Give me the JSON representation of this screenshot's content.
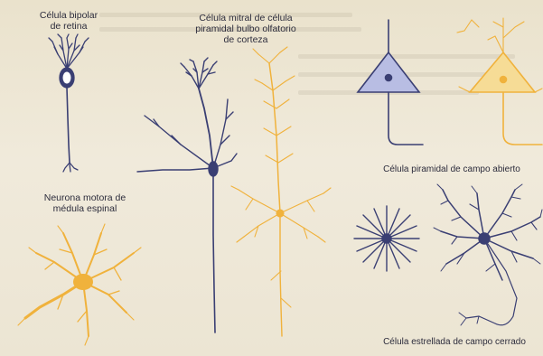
{
  "labels": {
    "bipolar_line1": "Célula bipolar",
    "bipolar_line2": "de retina",
    "mitral_line1": "Célula mitral de célula",
    "mitral_line2": "piramidal bulbo olfatorio",
    "mitral_line3": "de corteza",
    "motor_line1": "Neurona motora de",
    "motor_line2": "médula espinal",
    "pyramidal_open": "Célula piramidal de campo abierto",
    "stellate_closed": "Célula estrellada de campo cerrado"
  },
  "colors": {
    "navy": "#3a3f73",
    "orange": "#f0b23c",
    "triangle_fill": "#b8bde3",
    "triangle_fill_orange": "#f6dc96"
  }
}
